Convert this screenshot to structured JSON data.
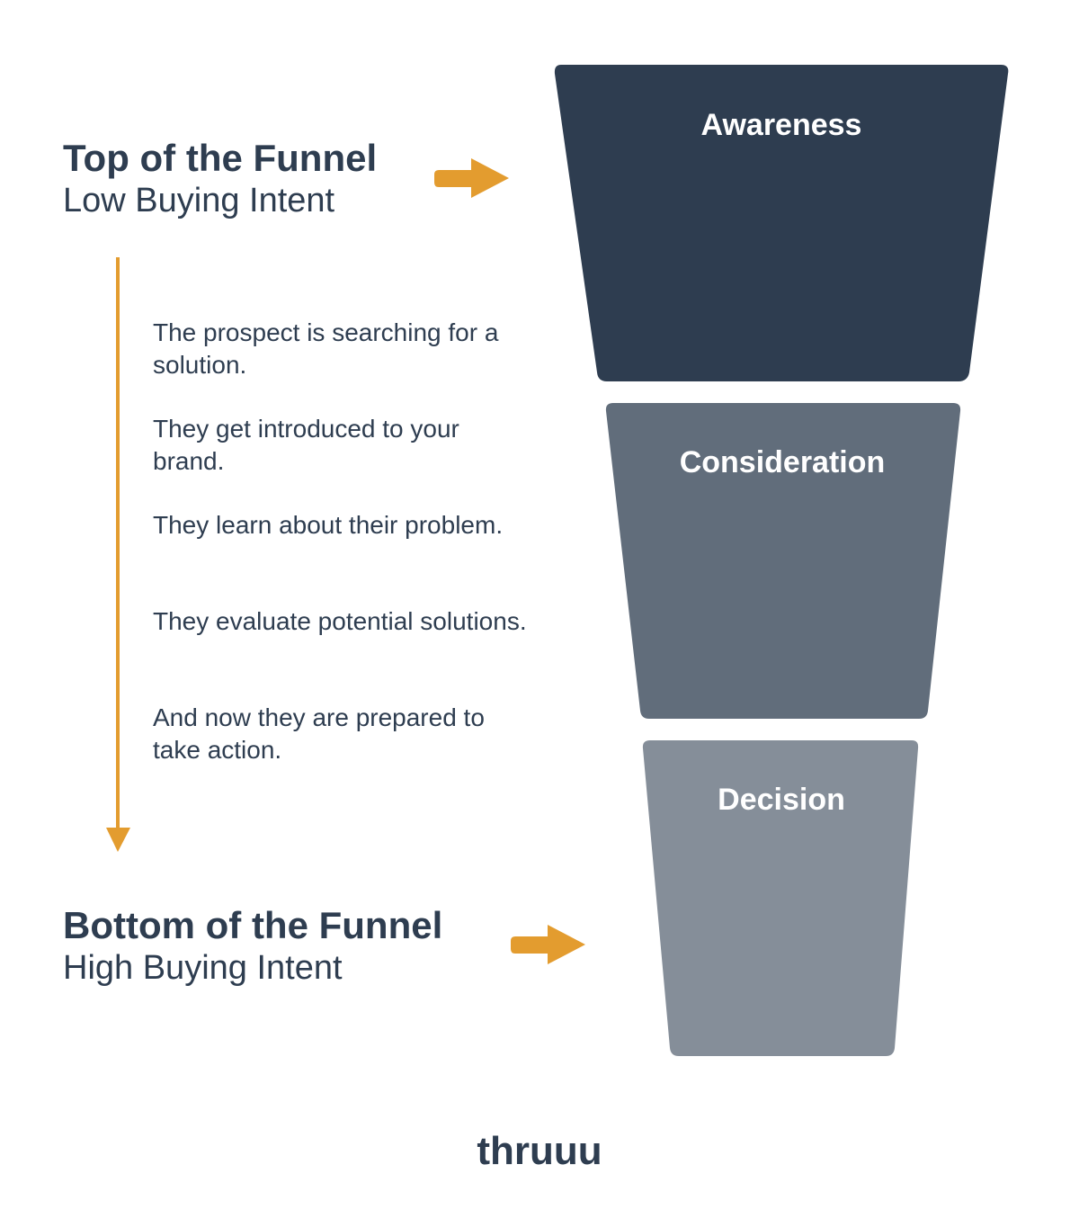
{
  "top": {
    "title": "Top of the Funnel",
    "subtitle": "Low Buying Intent"
  },
  "bottom": {
    "title": "Bottom of the Funnel",
    "subtitle": "High Buying Intent"
  },
  "steps": [
    "The prospect is searching for a solution.",
    "They get introduced to your brand.",
    "They learn about their problem.",
    "They evaluate potential solutions.",
    "And now they are prepared to take action."
  ],
  "stages": [
    {
      "label": "Awareness",
      "color": "#2e3d50"
    },
    {
      "label": "Consideration",
      "color": "#616d7b"
    },
    {
      "label": "Decision",
      "color": "#858e99"
    }
  ],
  "brand": "thruuu",
  "colors": {
    "text": "#2e3d50",
    "accent": "#e39c2f",
    "background": "#ffffff"
  },
  "icons": {
    "right_arrow": "arrow-right-icon",
    "down_arrow": "arrow-down-icon"
  }
}
